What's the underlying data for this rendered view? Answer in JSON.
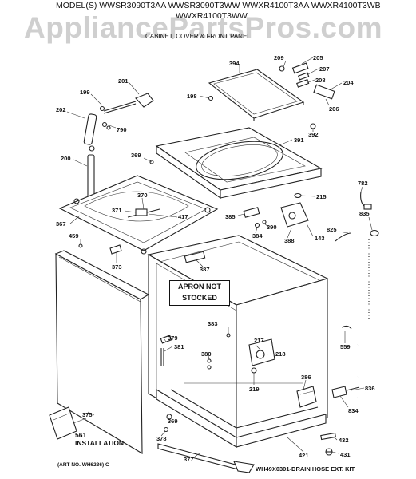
{
  "header": {
    "watermark": "AppliancePartsPros.com",
    "models_line1": "MODEL(S) WWSR3090T3AA  WWSR3090T3WW  WWXR4100T3AA  WWXR4100T3WB",
    "models_line2": "WWXR4100T3WW",
    "section_title": "CABINET, COVER & FRONT PANEL"
  },
  "notes": {
    "apron_line1": "APRON NOT",
    "apron_line2": "STOCKED",
    "installation_num": "561",
    "installation_label": "INSTALLATION",
    "art_number": "(ART NO. WH6236) C",
    "drain_kit": "WH49X0301-DRAIN HOSE EXT. KIT"
  },
  "parts": [
    {
      "id": "p209",
      "label": "209"
    },
    {
      "id": "p205",
      "label": "205"
    },
    {
      "id": "p207",
      "label": "207"
    },
    {
      "id": "p208",
      "label": "208"
    },
    {
      "id": "p204",
      "label": "204"
    },
    {
      "id": "p206",
      "label": "206"
    },
    {
      "id": "p394",
      "label": "394"
    },
    {
      "id": "p198",
      "label": "198"
    },
    {
      "id": "p201",
      "label": "201"
    },
    {
      "id": "p199",
      "label": "199"
    },
    {
      "id": "p202",
      "label": "202"
    },
    {
      "id": "p790",
      "label": "790"
    },
    {
      "id": "p392",
      "label": "392"
    },
    {
      "id": "p391",
      "label": "391"
    },
    {
      "id": "p369",
      "label": "369"
    },
    {
      "id": "p200",
      "label": "200"
    },
    {
      "id": "p782",
      "label": "782"
    },
    {
      "id": "p215",
      "label": "215"
    },
    {
      "id": "p370",
      "label": "370"
    },
    {
      "id": "p371",
      "label": "371"
    },
    {
      "id": "p417",
      "label": "417"
    },
    {
      "id": "p385",
      "label": "385"
    },
    {
      "id": "p390",
      "label": "390"
    },
    {
      "id": "p835",
      "label": "835"
    },
    {
      "id": "p367",
      "label": "367"
    },
    {
      "id": "p384",
      "label": "384"
    },
    {
      "id": "p825",
      "label": "825"
    },
    {
      "id": "p143",
      "label": "143"
    },
    {
      "id": "p388",
      "label": "388"
    },
    {
      "id": "p459",
      "label": "459"
    },
    {
      "id": "p373",
      "label": "373"
    },
    {
      "id": "p387",
      "label": "387"
    },
    {
      "id": "p383",
      "label": "383"
    },
    {
      "id": "p379",
      "label": "379"
    },
    {
      "id": "p381",
      "label": "381"
    },
    {
      "id": "p217",
      "label": "217"
    },
    {
      "id": "p218",
      "label": "218"
    },
    {
      "id": "p559",
      "label": "559"
    },
    {
      "id": "p380",
      "label": "380"
    },
    {
      "id": "p219",
      "label": "219"
    },
    {
      "id": "p386",
      "label": "386"
    },
    {
      "id": "p836",
      "label": "836"
    },
    {
      "id": "p834",
      "label": "834"
    },
    {
      "id": "p375",
      "label": "375"
    },
    {
      "id": "p369b",
      "label": "369"
    },
    {
      "id": "p378",
      "label": "378"
    },
    {
      "id": "p432",
      "label": "432"
    },
    {
      "id": "p421",
      "label": "421"
    },
    {
      "id": "p377",
      "label": "377"
    },
    {
      "id": "p431",
      "label": "431"
    }
  ]
}
